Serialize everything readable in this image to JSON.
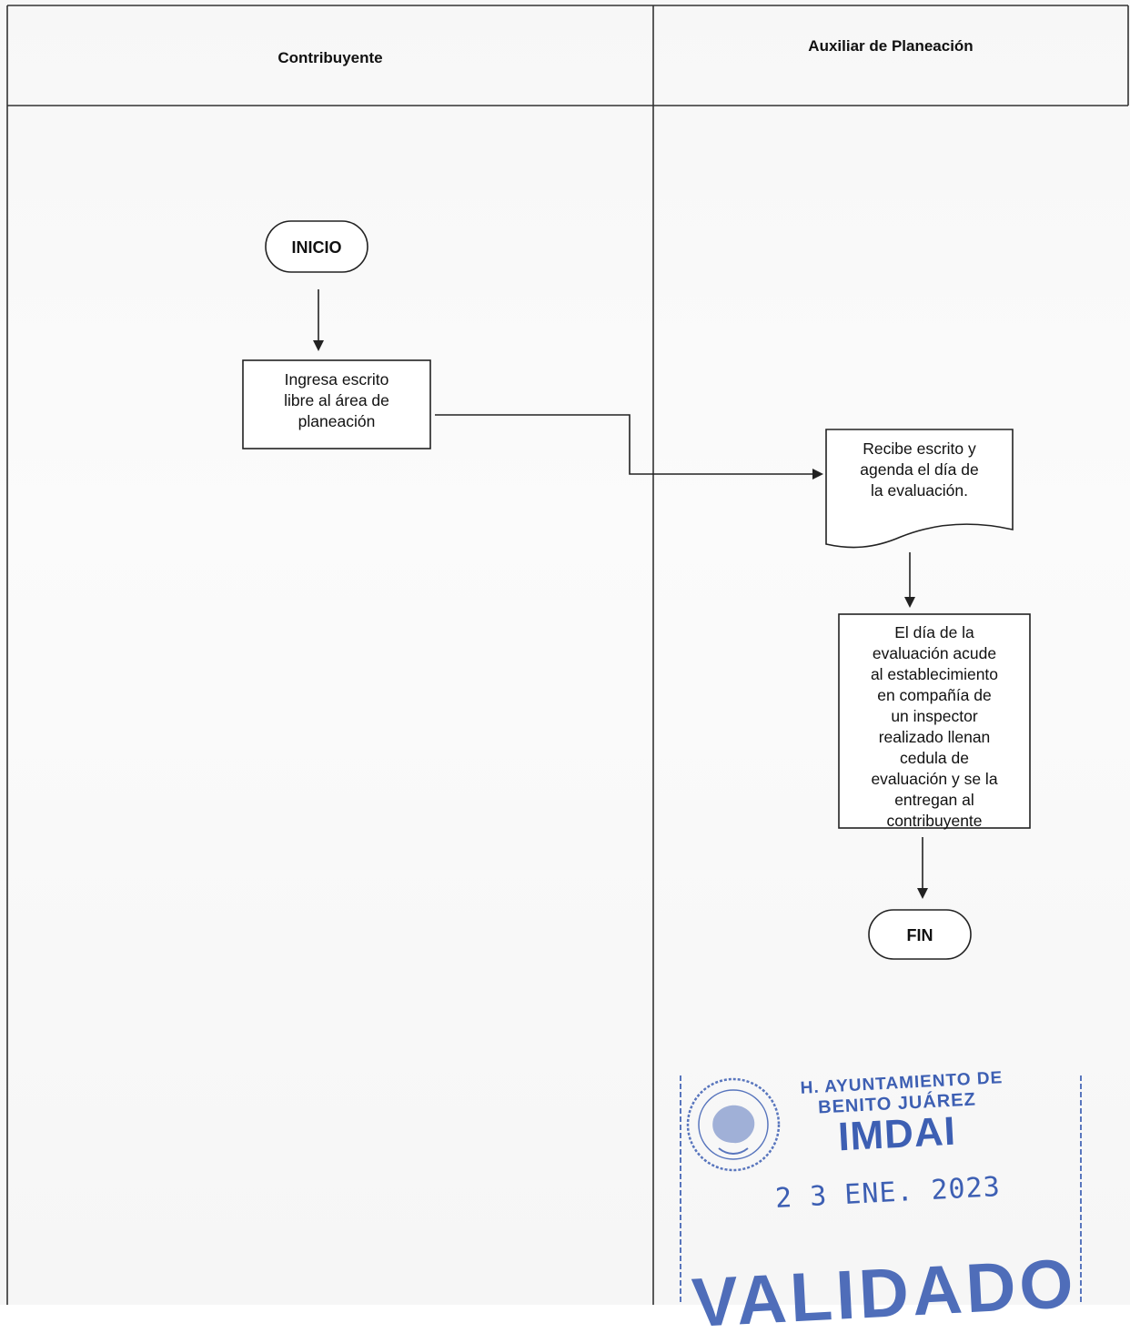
{
  "lanes": {
    "left_header": "Contribuyente",
    "right_header": "Auxiliar de Planeación"
  },
  "nodes": {
    "start": "INICIO",
    "step1": "Ingresa escrito\nlibre al área de\nplaneación",
    "step2": "Recibe escrito y\nagenda el día de\nla evaluación.",
    "step3": "El día de la\nevaluación acude\nal establecimiento\nen compañía de\nun inspector\nrealizado llenan\ncedula de\nevaluación y se la\nentregan al\ncontribuyente",
    "end": "FIN"
  },
  "stamp": {
    "line1": "H. AYUNTAMIENTO DE",
    "line2": "BENITO JUÁREZ",
    "line3": "IMDAI",
    "date": "2 3 ENE. 2023",
    "status": "VALIDADO",
    "color": "#3d5fb3"
  }
}
